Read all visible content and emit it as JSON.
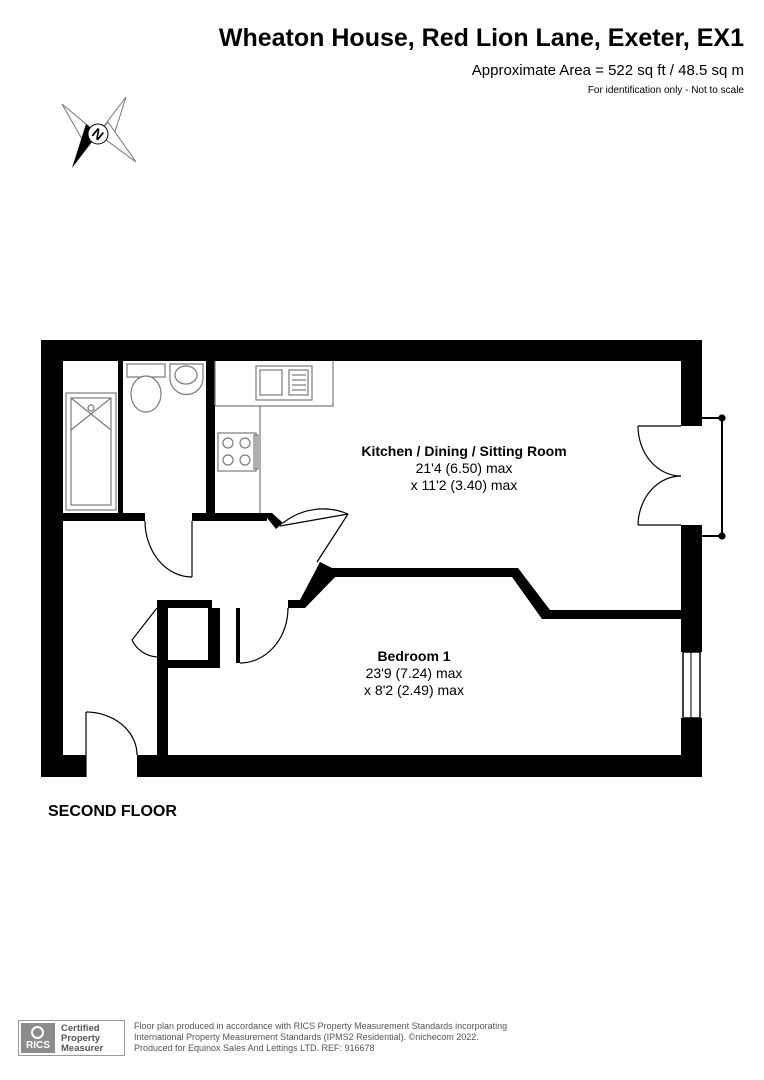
{
  "header": {
    "title": "Wheaton House, Red Lion Lane, Exeter, EX1",
    "area": "Approximate Area = 522 sq ft / 48.5 sq m",
    "note": "For identification only - Not to scale"
  },
  "compass": {
    "label": "N"
  },
  "rooms": {
    "kitchen": {
      "name": "Kitchen / Dining / Sitting Room",
      "dim1": "21'4 (6.50) max",
      "dim2": "x 11'2 (3.40) max"
    },
    "bedroom": {
      "name": "Bedroom 1",
      "dim1": "23'9 (7.24) max",
      "dim2": "x 8'2 (2.49) max"
    }
  },
  "floor_label": "SECOND FLOOR",
  "footer": {
    "badge_logo_text": "RICS",
    "badge_line1": "Certified",
    "badge_line2": "Property",
    "badge_line3": "Measurer",
    "line1": "Floor plan produced in accordance with RICS Property Measurement Standards incorporating",
    "line2": "International Property Measurement Standards (IPMS2 Residential).  ©nichecom 2022.",
    "line3": "Produced for Equinox Sales And Lettings LTD.  REF: 916678"
  },
  "colors": {
    "wall": "#000000",
    "fixture": "#7a7a7a",
    "badge": "#8c8c8c"
  }
}
